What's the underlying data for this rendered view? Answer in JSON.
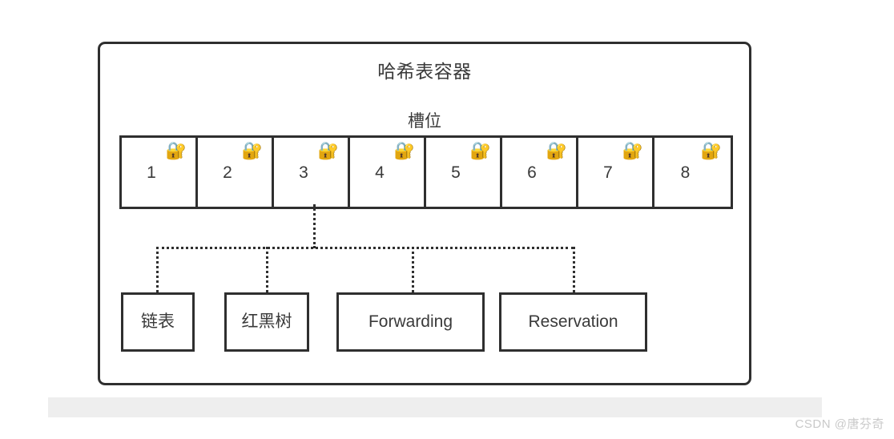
{
  "diagram": {
    "title": "哈希表容器",
    "slots_label": "槽位",
    "slots": [
      {
        "number": "1",
        "lock_icon": "🔐"
      },
      {
        "number": "2",
        "lock_icon": "🔐"
      },
      {
        "number": "3",
        "lock_icon": "🔐"
      },
      {
        "number": "4",
        "lock_icon": "🔐"
      },
      {
        "number": "5",
        "lock_icon": "🔐"
      },
      {
        "number": "6",
        "lock_icon": "🔐"
      },
      {
        "number": "7",
        "lock_icon": "🔐"
      },
      {
        "number": "8",
        "lock_icon": "🔐"
      }
    ],
    "node_types": [
      {
        "label": "链表"
      },
      {
        "label": "红黑树"
      },
      {
        "label": "Forwarding"
      },
      {
        "label": "Reservation"
      }
    ],
    "colors": {
      "stroke": "#2f2f2f",
      "text": "#3a3a3a",
      "background": "#ffffff",
      "strip": "#eeeeee",
      "watermark": "#c9c9c9"
    }
  },
  "watermark": {
    "text": "CSDN @唐芬奇"
  }
}
